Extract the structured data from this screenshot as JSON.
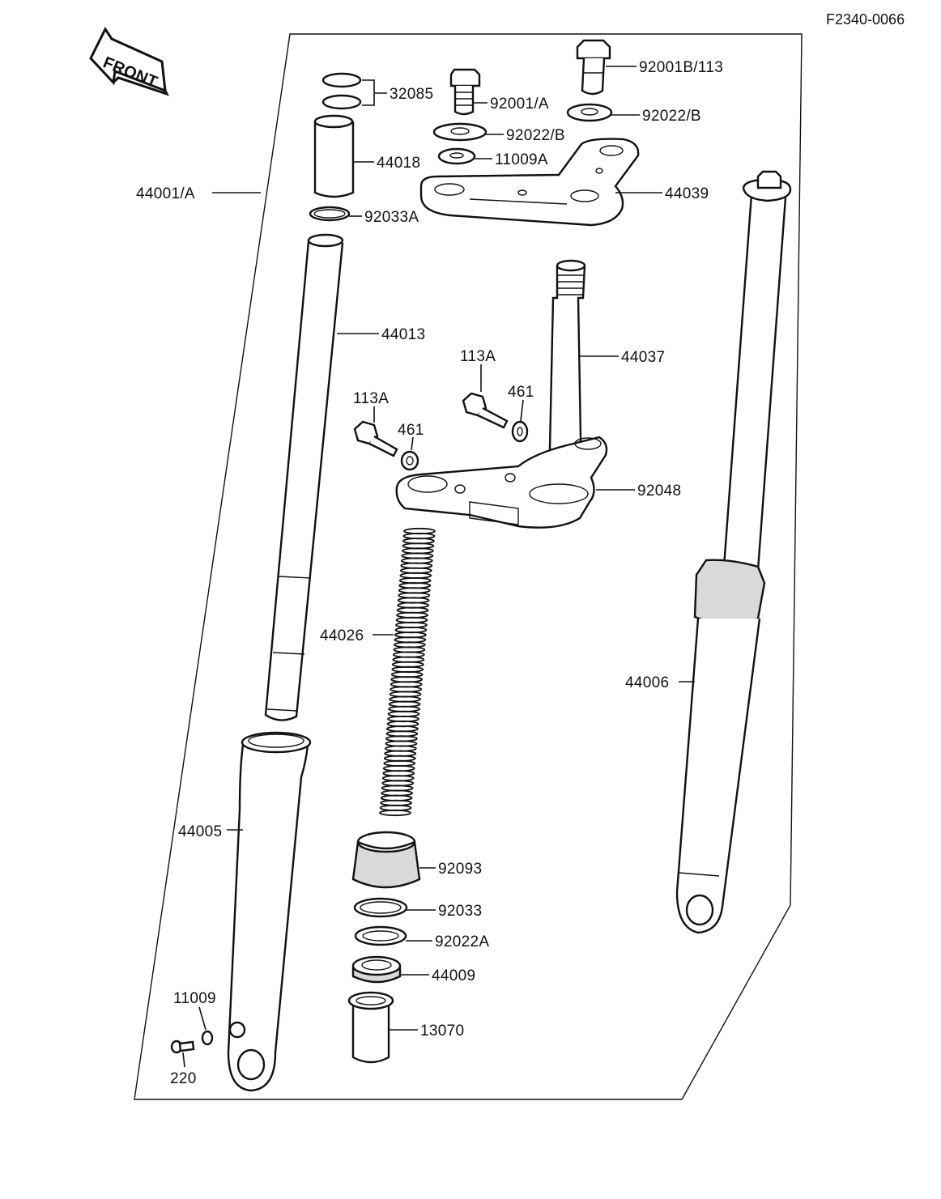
{
  "diagram": {
    "code": "F2340-0066",
    "front_label": "FRONT",
    "parts": {
      "p32085": "32085",
      "p92001a": "92001/A",
      "p92001b": "92001B/113",
      "p92022b_right": "92022/B",
      "p92022b_mid": "92022/B",
      "p11009a": "11009A",
      "p44018": "44018",
      "p44001a": "44001/A",
      "p44039": "44039",
      "p92033a": "92033A",
      "p44013": "44013",
      "p44037": "44037",
      "p113a_right": "113A",
      "p461_right": "461",
      "p113a_left": "113A",
      "p461_left": "461",
      "p92048": "92048",
      "p44026": "44026",
      "p44006": "44006",
      "p44005": "44005",
      "p92093": "92093",
      "p92033": "92033",
      "p92022a": "92022A",
      "p44009": "44009",
      "p11009": "11009",
      "p13070": "13070",
      "p220": "220"
    }
  }
}
